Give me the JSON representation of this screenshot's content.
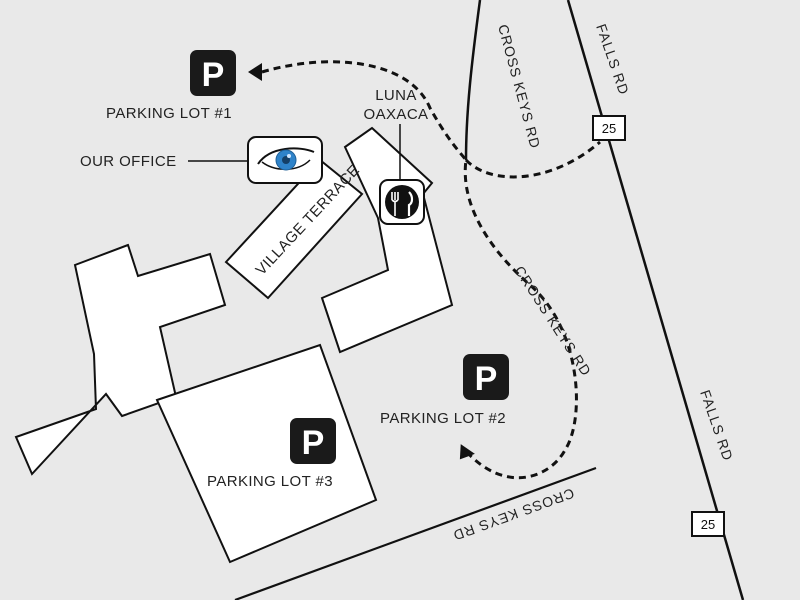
{
  "parking": {
    "lot1": {
      "icon": "P",
      "label": "PARKING LOT #1"
    },
    "lot2": {
      "icon": "P",
      "label": "PARKING LOT #2"
    },
    "lot3": {
      "icon": "P",
      "label": "PARKING LOT #3"
    }
  },
  "places": {
    "office": "OUR OFFICE",
    "restaurant_line1": "LUNA",
    "restaurant_line2": "OAXACA",
    "building": "VILLAGE TERRACE"
  },
  "roads": {
    "cross_keys_north": "CROSS KEYS RD",
    "cross_keys_mid": "CROSS KEYS RD",
    "cross_keys_south": "CROSS KEYS RD",
    "falls_north": "FALLS RD",
    "falls_south": "FALLS RD"
  },
  "shields": {
    "north": "25",
    "south": "25"
  },
  "icons": {
    "office": "eye-icon",
    "restaurant": "fork-knife-icon",
    "parking": "parking-icon"
  },
  "colors": {
    "background": "#e9e9e9",
    "building_fill": "#ffffff",
    "outline": "#111111",
    "eye_iris": "#2f83c9"
  }
}
